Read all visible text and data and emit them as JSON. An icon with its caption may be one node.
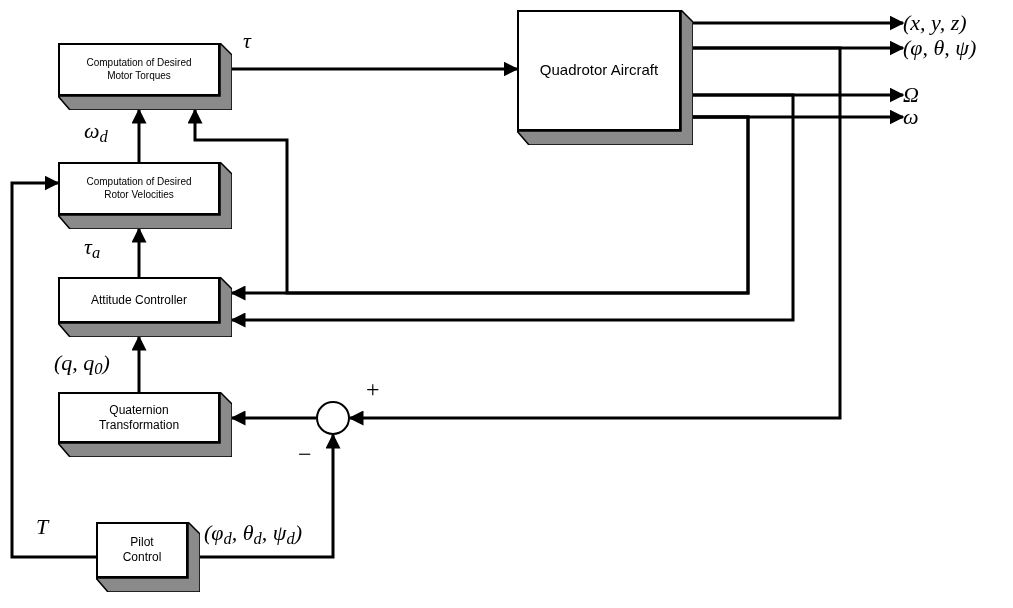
{
  "diagram": {
    "nodes": [
      {
        "text": [
          "Computation of Desired Motor Torques"
        ]
      },
      {
        "text": [
          "Computation of Desired Rotor Velocities"
        ]
      },
      {
        "text": [
          "Attitude Controller"
        ]
      },
      {
        "text": [
          "Quaternion Transformation"
        ]
      },
      {
        "text": [
          "Pilot Control"
        ]
      },
      {
        "text": [
          "Quadrotor Aircraft"
        ]
      },
      {
        "text": [],
        "shape": "circle"
      },
      {
        "text": [
          "(x, y, z)"
        ]
      },
      {
        "text": [
          "(φ, θ, ψ)"
        ]
      },
      {
        "text": [
          "Ω"
        ]
      },
      {
        "text": [
          "ω"
        ]
      }
    ],
    "edges": [
      {
        "from": 0,
        "to": 5,
        "arrow": "to",
        "label": "τ"
      },
      {
        "from": 1,
        "to": 0,
        "arrow": "to",
        "label": "ω$_{d}$"
      },
      {
        "from": 2,
        "to": 1,
        "arrow": "to",
        "label": "τ$_{a}$"
      },
      {
        "from": 3,
        "to": 2,
        "arrow": "to",
        "label": "(q, q$_{0}$)"
      },
      {
        "from": 6,
        "to": 3,
        "arrow": "to"
      },
      {
        "from": 4,
        "to": 6,
        "arrow": "to",
        "label": "(φ$_{d}$, θ$_{d}$, ψ$_{d}$)"
      },
      {
        "from": 4,
        "to": 1,
        "arrow": "to",
        "label": "T"
      },
      {
        "from": 5,
        "to": 7,
        "arrow": "to"
      },
      {
        "from": 5,
        "to": 8,
        "arrow": "to"
      },
      {
        "from": 5,
        "to": 9,
        "arrow": "to"
      },
      {
        "from": 5,
        "to": 10,
        "arrow": "to"
      },
      {
        "from": 5,
        "to": 2,
        "arrow": "to"
      },
      {
        "from": 5,
        "to": 0,
        "arrow": "to"
      },
      {
        "from": 5,
        "to": 2,
        "arrow": "to"
      },
      {
        "from": 5,
        "to": 6,
        "arrow": "to"
      }
    ],
    "labels": [
      "+",
      "−"
    ]
  }
}
